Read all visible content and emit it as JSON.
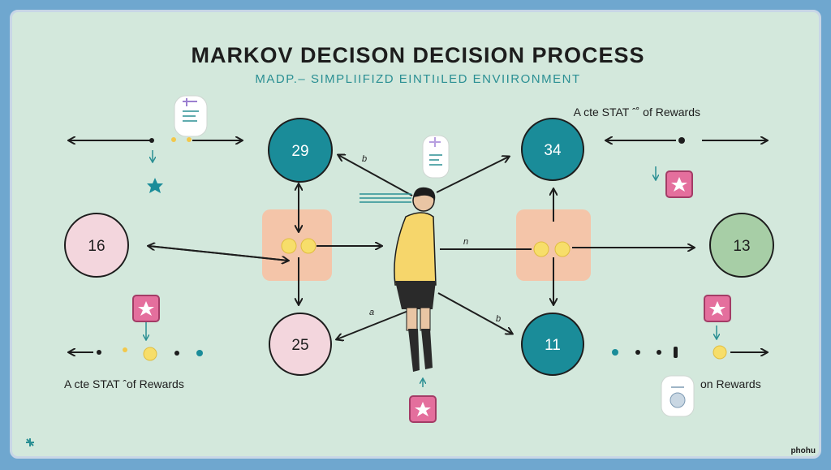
{
  "title": "MARKOV DECISON DECISION PROCESS",
  "subtitle": "MADP.– SIMPLIIFIZD EINTIıLED ENVIIRONMENT",
  "states": {
    "top_left": "29",
    "top_right": "34",
    "left": "16",
    "right": "13",
    "bottom_left": "25",
    "bottom_right": "11"
  },
  "rewards": {
    "top_right": "A cte STAT ˆ˚ of Rewards",
    "bottom_left": "A cte STAT ˆof Rewards",
    "bottom_right": "on Rewards"
  },
  "edge_labels": {
    "b_top": "b",
    "n_mid": "n",
    "a_bottom": "a",
    "b_bottom": "b"
  },
  "watermark": "phohu",
  "colors": {
    "teal": "#1a8c99",
    "pink": "#f3d6dd",
    "green": "#a7cea6",
    "peach": "#f4c5a9",
    "yellow": "#f7de6a",
    "star_box": "#e46f9d"
  }
}
